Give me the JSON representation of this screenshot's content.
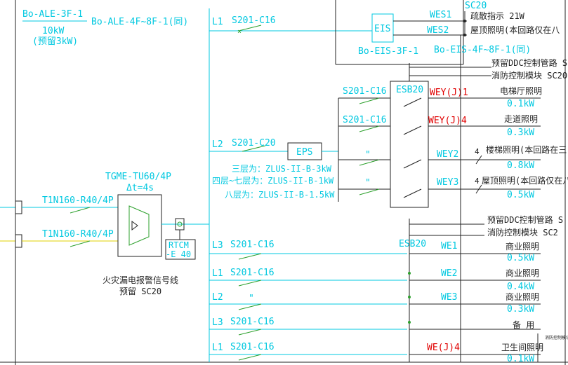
{
  "header": {
    "ale_code": "Bo-ALE-3F-1",
    "ale_code2": "Bo-ALE-4F~8F-1(同)",
    "power": "10kW",
    "reserve": "(预留3kW)"
  },
  "eis": {
    "label": "EIS",
    "code": "Bo-EIS-3F-1",
    "code2": "Bo-EIS-4F~8F-1(同)",
    "sc": "SC20",
    "wes1": "WES1",
    "wes2": "WES2",
    "d1": "疏散指示 21W",
    "d2": "屋顶照明(本回路仅在八"
  },
  "main_breaker": {
    "type": "TGME-TU60/4P",
    "delay": "Δt=4s",
    "in1": "T1N160-R40/4P",
    "in2": "T1N160-R40/4P",
    "rcm": "RTCM",
    "rcm2": "-E 40",
    "alarm1": "火灾漏电报警信号线",
    "alarm2": "预留 SC20"
  },
  "circuits": {
    "l1_top": "L1",
    "l1_top_breaker": "S201-C16",
    "l2": "L2",
    "l2_breaker": "S201-C20",
    "eps": "EPS",
    "eps_note1": "三层为：ZLUS-II-B-3kW",
    "eps_note2": "四层~七层为：ZLUS-II-B-1kW",
    "eps_note3": "八层为：ZLUS-II-B-1.5kW",
    "b1": "S201-C16",
    "b2": "S201-C16",
    "dq1": "\"",
    "dq2": "\"",
    "dq3": "\"",
    "l3a": "L3",
    "l3a_breaker": "S201-C16",
    "l1b": "L1",
    "l1b_breaker": "S201-C16",
    "l2b": "L2",
    "l2b_breaker": "\"",
    "l3b": "L3",
    "l3b_breaker": "S201-C16",
    "l1c": "L1",
    "l1c_breaker": "S201-C16"
  },
  "esb_top": {
    "label": "ESB20",
    "ddc": "预留DDC控制管路 S",
    "fire": "消防控制模块 SC20",
    "wey1": "WEY(J)1",
    "wey4": "WEY(J)4",
    "wey2": "WEY2",
    "wey3": "WEY3",
    "d_elev": "电梯厅照明",
    "p_elev": "0.1kW",
    "d_corr": "走道照明",
    "p_corr": "0.3kW",
    "d_stair": "楼梯照明(本回路在三",
    "p_stair": "0.8kW",
    "d_roof": "屋顶照明(本回路仅在八",
    "p_roof": "0.5kW",
    "n4a": "4",
    "n4b": "4"
  },
  "esb_bottom": {
    "label": "ESB20",
    "ddc": "预留DDC控制管路 S",
    "fire": "消防控制模块   SC2",
    "we1": "WE1",
    "we2": "WE2",
    "we3": "WE3",
    "wej4": "WE(J)4",
    "d_c1": "商业照明",
    "p_c1": "0.5kW",
    "d_c2": "商业照明",
    "p_c2": "0.4kW",
    "d_c3": "商业照明",
    "p_c3": "0.3kW",
    "d_spare": "备 用",
    "d_wc": "卫生间照明",
    "p_wc": "0.1kW",
    "tiny": "消防控制模块"
  }
}
